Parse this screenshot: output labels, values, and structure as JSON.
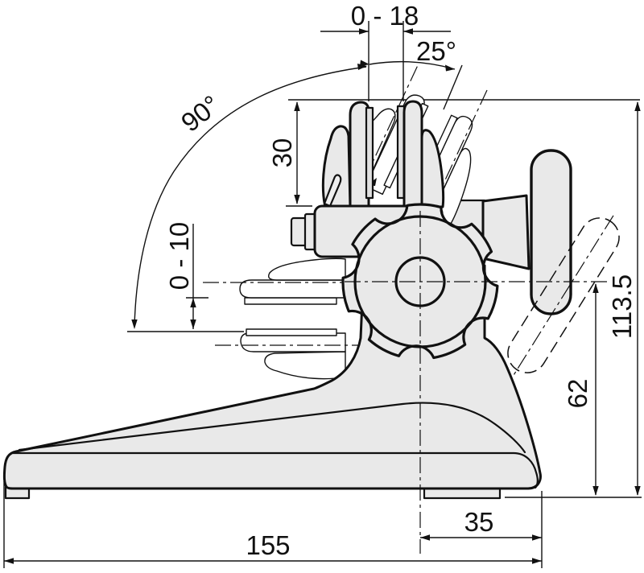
{
  "drawing": {
    "type": "technical-drawing",
    "subject": "micrometer stand side view with alternate clamp and lever positions",
    "dimensions": {
      "jaw_opening_range": "0 - 18",
      "tilt_angle": "25°",
      "swivel_angle": "90°",
      "jaw_height": "30",
      "horizontal_opening_range": "0 - 10",
      "overall_height": "113.5",
      "center_height": "62",
      "foot_offset": "35",
      "base_length": "155"
    },
    "colors": {
      "line": "#111111",
      "body_fill": "#e9e9e9",
      "background": "#ffffff"
    }
  }
}
